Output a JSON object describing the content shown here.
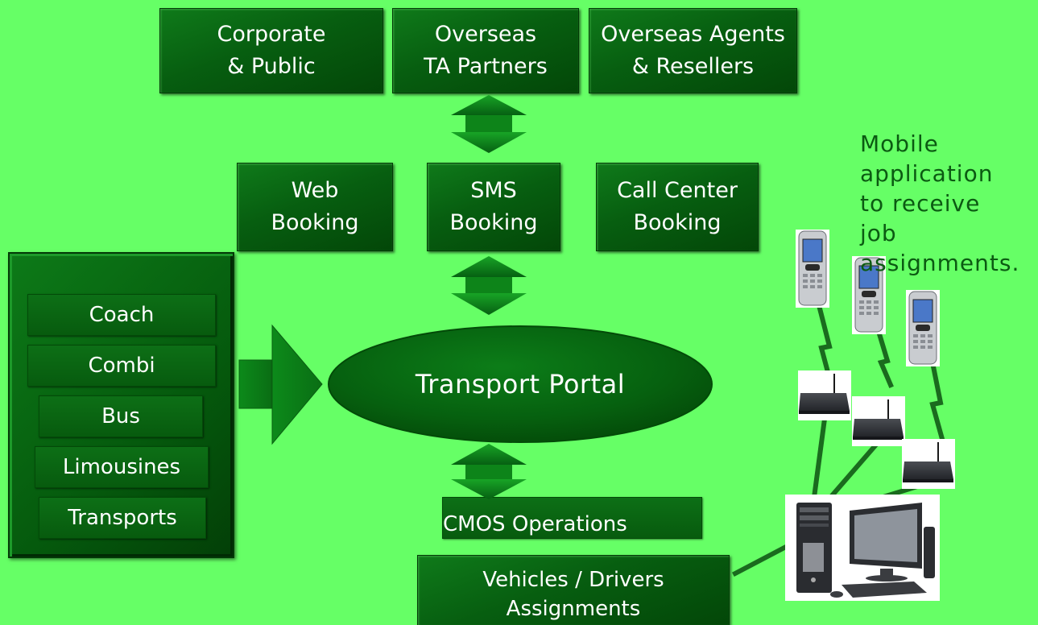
{
  "top_row": [
    {
      "line1": "Corporate",
      "line2": "& Public"
    },
    {
      "line1": "Overseas",
      "line2": "TA Partners"
    },
    {
      "line1": "Overseas Agents",
      "line2": "& Resellers"
    }
  ],
  "booking_row": [
    {
      "line1": "Web",
      "line2": "Booking"
    },
    {
      "line1": "SMS",
      "line2": "Booking"
    },
    {
      "line1": "Call Center",
      "line2": "Booking"
    }
  ],
  "vehicles": [
    "Coach",
    "Combi",
    "Bus",
    "Limousines",
    "Transports"
  ],
  "portal": "Transport Portal",
  "operations": "CMOS Operations",
  "assignments": {
    "line1": "Vehicles / Drivers",
    "line2": "Assignments"
  },
  "mobile_note": [
    "Mobile",
    "application",
    "to receive",
    "job",
    "assignments."
  ],
  "colors": {
    "background": "#66ff66",
    "box_dark": "#075e10",
    "arrow": "#0f8a1c",
    "link_line": "#1a6b1e",
    "note_text": "#0b5a12"
  }
}
